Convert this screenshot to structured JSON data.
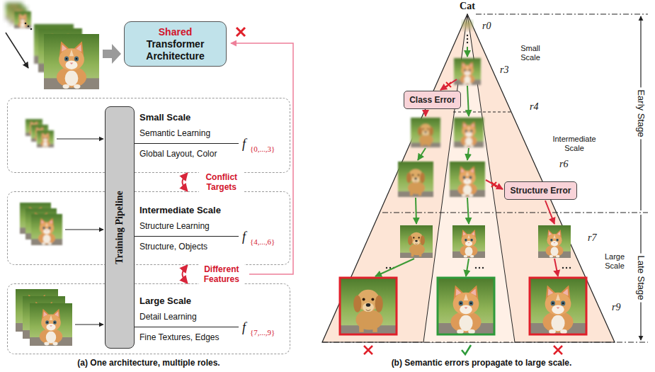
{
  "diagram": {
    "nodes": [
      {
        "text": [
          "Shared",
          "Transformer Architecture"
        ]
      },
      {
        "text": [
          "Small Scale",
          "Semantic Learning",
          "Global Layout, Color",
          "f",
          "{0,...,3}"
        ]
      },
      {
        "text": [
          "Intermediate Scale",
          "Structure Learning",
          "Structure, Objects",
          "f",
          "{4,...,6}"
        ]
      },
      {
        "text": [
          "Large Scale",
          "Detail Learning",
          "Fine Textures, Edges",
          "f",
          "{7,...,9}"
        ]
      },
      {
        "text": [
          "Training Pipeline"
        ]
      },
      {
        "text": [
          "Class Error"
        ]
      },
      {
        "text": [
          "Structure Error"
        ]
      }
    ],
    "edges": [
      {
        "from": 1,
        "to": 2,
        "arrow": "both",
        "label": "Conflict Targets"
      },
      {
        "from": 2,
        "to": 3,
        "arrow": "both",
        "label": "Different Features"
      }
    ],
    "labels": [
      "Cat",
      "r0",
      "Small Scale",
      "r3",
      "r4",
      "Intermediate Scale",
      "r6",
      "r7",
      "Large Scale",
      "r9",
      "Early Stage",
      "Late Stage",
      "(a) One architecture, multiple roles.",
      "(b) Semantic errors propagate to large scale."
    ]
  }
}
